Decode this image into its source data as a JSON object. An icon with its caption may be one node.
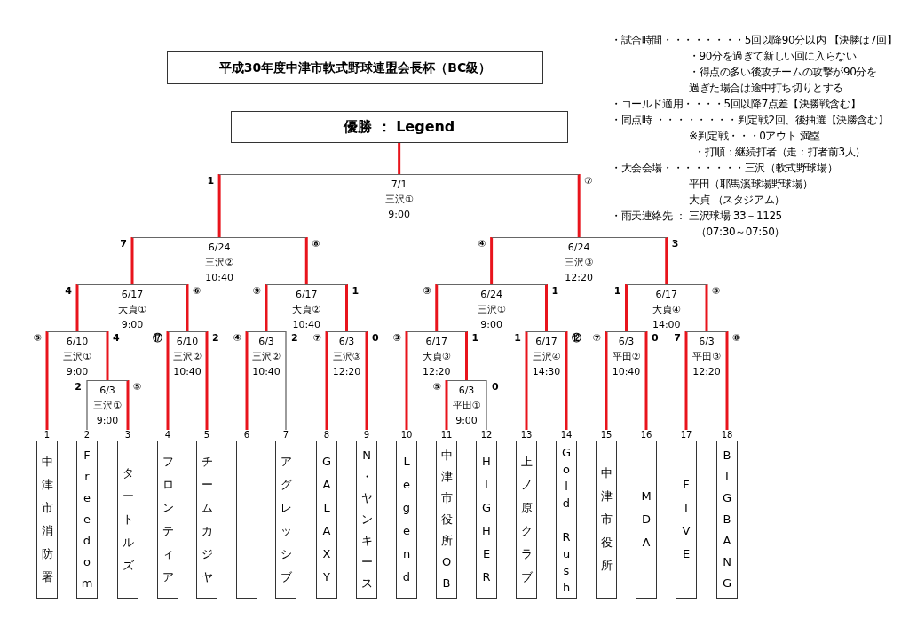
{
  "diagram": {
    "title": "平成30年度中津市軟式野球連盟会長杯（BC級）",
    "nodes": [
      {
        "text": [
          "優勝 ： Legend"
        ]
      },
      {
        "text": [
          "7/1",
          "三沢①",
          "9:00"
        ]
      },
      {
        "text": [
          "6/24",
          "三沢②",
          "10:40"
        ]
      },
      {
        "text": [
          "6/24",
          "三沢③",
          "12:20"
        ]
      },
      {
        "text": [
          "6/17",
          "大貞①",
          "9:00"
        ]
      },
      {
        "text": [
          "6/17",
          "大貞②",
          "10:40"
        ]
      },
      {
        "text": [
          "6/24",
          "三沢①",
          "9:00"
        ]
      },
      {
        "text": [
          "6/17",
          "大貞④",
          "14:00"
        ]
      },
      {
        "text": [
          "6/10",
          "三沢①",
          "9:00"
        ]
      },
      {
        "text": [
          "6/10",
          "三沢②",
          "10:40"
        ]
      },
      {
        "text": [
          "6/3",
          "三沢②",
          "10:40"
        ]
      },
      {
        "text": [
          "6/3",
          "三沢③",
          "12:20"
        ]
      },
      {
        "text": [
          "6/17",
          "大貞③",
          "12:20"
        ]
      },
      {
        "text": [
          "6/17",
          "三沢④",
          "14:30"
        ]
      },
      {
        "text": [
          "6/3",
          "平田②",
          "10:40"
        ]
      },
      {
        "text": [
          "6/3",
          "平田③",
          "12:20"
        ]
      },
      {
        "text": [
          "6/3",
          "三沢①",
          "9:00"
        ]
      },
      {
        "text": [
          "6/3",
          "平田①",
          "9:00"
        ]
      },
      {
        "text": [
          "中津市消防署"
        ],
        "beside": [
          "1"
        ]
      },
      {
        "text": [
          "Freedom"
        ],
        "beside": [
          "2"
        ]
      },
      {
        "text": [
          "タートルズ"
        ],
        "beside": [
          "3"
        ]
      },
      {
        "text": [
          "フロンティア"
        ],
        "beside": [
          "4"
        ]
      },
      {
        "text": [
          "チームカジヤ"
        ],
        "beside": [
          "5"
        ]
      },
      {
        "text": [],
        "shape": "box",
        "beside": [
          "6"
        ]
      },
      {
        "text": [
          "アグレッシブ"
        ],
        "beside": [
          "7"
        ]
      },
      {
        "text": [
          "GALAXY"
        ],
        "beside": [
          "8"
        ]
      },
      {
        "text": [
          "N・ヤンキース"
        ],
        "beside": [
          "9"
        ]
      },
      {
        "text": [
          "Legend"
        ],
        "beside": [
          "10"
        ]
      },
      {
        "text": [
          "中津市役所OB"
        ],
        "beside": [
          "11"
        ]
      },
      {
        "text": [
          "HIGHER"
        ],
        "beside": [
          "12"
        ]
      },
      {
        "text": [
          "上ノ原クラブ"
        ],
        "beside": [
          "13"
        ]
      },
      {
        "text": [
          "Gold Rush"
        ],
        "beside": [
          "14"
        ]
      },
      {
        "text": [
          "中津市役所"
        ],
        "beside": [
          "15"
        ]
      },
      {
        "text": [
          "MDA"
        ],
        "beside": [
          "16"
        ]
      },
      {
        "text": [
          "FIVE"
        ],
        "beside": [
          "17"
        ]
      },
      {
        "text": [
          "BIGBANG"
        ],
        "beside": [
          "18"
        ]
      }
    ],
    "edges": [
      {
        "from": 1,
        "to": 0,
        "arrow": "none"
      },
      {
        "from": 2,
        "to": 1,
        "arrow": "none",
        "label": "1"
      },
      {
        "from": 3,
        "to": 1,
        "arrow": "none",
        "label": "⑦"
      },
      {
        "from": 4,
        "to": 2,
        "arrow": "none",
        "label": "7"
      },
      {
        "from": 5,
        "to": 2,
        "arrow": "none",
        "label": "⑧"
      },
      {
        "from": 6,
        "to": 3,
        "arrow": "none",
        "label": "④"
      },
      {
        "from": 7,
        "to": 3,
        "arrow": "none",
        "label": "3"
      },
      {
        "from": 8,
        "to": 4,
        "arrow": "none",
        "label": "4"
      },
      {
        "from": 9,
        "to": 4,
        "arrow": "none",
        "label": "⑥"
      },
      {
        "from": 10,
        "to": 5,
        "arrow": "none",
        "label": "⑨"
      },
      {
        "from": 11,
        "to": 5,
        "arrow": "none",
        "label": "1"
      },
      {
        "from": 12,
        "to": 6,
        "arrow": "none",
        "label": "③"
      },
      {
        "from": 13,
        "to": 6,
        "arrow": "none",
        "label": "1"
      },
      {
        "from": 14,
        "to": 7,
        "arrow": "none",
        "label": "1"
      },
      {
        "from": 15,
        "to": 7,
        "arrow": "none",
        "label": "⑤"
      },
      {
        "from": 18,
        "to": 8,
        "arrow": "none",
        "label": "⑤"
      },
      {
        "from": 16,
        "to": 8,
        "arrow": "none",
        "label": "4"
      },
      {
        "from": 21,
        "to": 9,
        "arrow": "none",
        "label": "⑰"
      },
      {
        "from": 22,
        "to": 9,
        "arrow": "none",
        "label": "2"
      },
      {
        "from": 23,
        "to": 10,
        "arrow": "none",
        "label": "④"
      },
      {
        "from": 24,
        "to": 10,
        "arrow": "none",
        "label": "2",
        "color": "#666666"
      },
      {
        "from": 25,
        "to": 11,
        "arrow": "none",
        "label": "⑦"
      },
      {
        "from": 26,
        "to": 11,
        "arrow": "none",
        "label": "0"
      },
      {
        "from": 27,
        "to": 12,
        "arrow": "none",
        "label": "③"
      },
      {
        "from": 17,
        "to": 12,
        "arrow": "none",
        "label": "1"
      },
      {
        "from": 30,
        "to": 13,
        "arrow": "none",
        "label": "1"
      },
      {
        "from": 31,
        "to": 13,
        "arrow": "none",
        "label": "⑫"
      },
      {
        "from": 32,
        "to": 14,
        "arrow": "none",
        "label": "⑦"
      },
      {
        "from": 33,
        "to": 14,
        "arrow": "none",
        "label": "0"
      },
      {
        "from": 34,
        "to": 15,
        "arrow": "none",
        "label": "7"
      },
      {
        "from": 35,
        "to": 15,
        "arrow": "none",
        "label": "⑧"
      },
      {
        "from": 19,
        "to": 16,
        "arrow": "none",
        "label": "2",
        "color": "#666666"
      },
      {
        "from": 20,
        "to": 16,
        "arrow": "none",
        "label": "⑤"
      },
      {
        "from": 28,
        "to": 17,
        "arrow": "none",
        "label": "⑤"
      },
      {
        "from": 29,
        "to": 17,
        "arrow": "none",
        "label": "0",
        "color": "#666666"
      }
    ],
    "labels": [
      "・試合時間・・・・・・・・5回以降90分以内 【決勝は7回】",
      "・90分を過ぎて新しい回に入らない",
      "・得点の多い後攻チームの攻撃が90分を過ぎた場合は途中打ち切りとする",
      "・コールド適用・・・・5回以降7点差【決勝戦含む】",
      "・同点時 ・・・・・・・・判定戦2回、後抽選【決勝含む】",
      "※判定戦・・・0アウト 満塁",
      "・打順：継続打者（走：打者前3人）",
      "・大会会場・・・・・・・・三沢（軟式野球場）",
      "平田（耶馬溪球場野球場）",
      "大貞 （スタジアム）",
      "・雨天連絡先 ： 三沢球場 33－1125",
      "（07:30～07:50）"
    ]
  }
}
